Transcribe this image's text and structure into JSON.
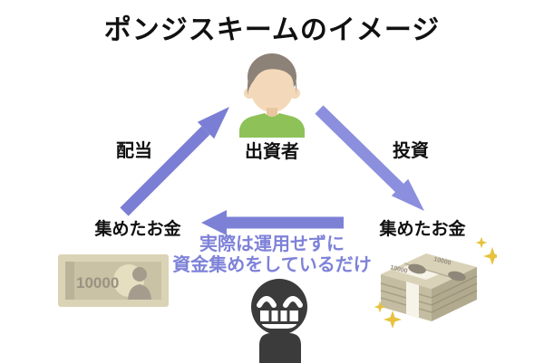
{
  "title": "ポンジスキームのイメージ",
  "labels": {
    "investor": "出資者",
    "dividend": "配当",
    "investment": "投資",
    "collected_money_left": "集めたお金",
    "collected_money_right": "集めたお金"
  },
  "note": {
    "line1": "実際は運用せずに",
    "line2": "資金集めをしているだけ"
  },
  "banknote": {
    "value": "10000"
  },
  "money_stack": {
    "value": "10000"
  },
  "colors": {
    "arrow_dividend": "#7a7ed4",
    "arrow_investment": "#8b8fdd",
    "arrow_return": "#7d81d6",
    "note_text": "#7e82d8",
    "title_text": "#111111",
    "sparkle": "#e6c23e",
    "figure_black": "#3b3b3b",
    "shirt_green": "#8ec259",
    "bill_beige": "#dbd3b6"
  }
}
